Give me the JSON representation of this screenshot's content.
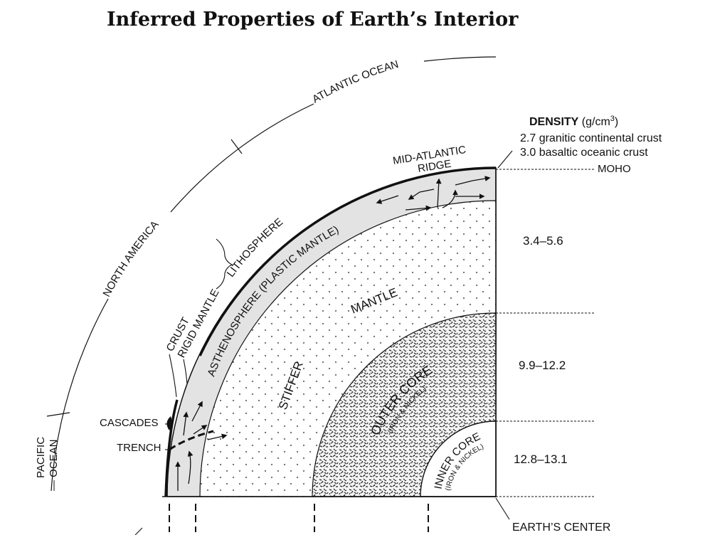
{
  "title": "Inferred Properties of Earth’s Interior",
  "regions": {
    "atlantic": "ATLANTIC  OCEAN",
    "north_america": "NORTH  AMERICA",
    "pacific_line1": "PACIFIC",
    "pacific_line2": "OCEAN"
  },
  "labels": {
    "crust": "CRUST",
    "rigid_mantle": "RIGID MANTLE",
    "lithosphere": "LITHOSPHERE",
    "asthenosphere": "ASTHENOSPHERE (PLASTIC MANTLE)",
    "mantle": "MANTLE",
    "stiffer": "STIFFER",
    "outer_core": "OUTER CORE",
    "outer_core_sub": "(IRON & NICKEL)",
    "inner_core": "INNER CORE",
    "inner_core_sub": "(IRON & NICKEL)",
    "mid_atlantic_1": "MID-ATLANTIC",
    "mid_atlantic_2": "RIDGE",
    "cascades": "CASCADES",
    "trench": "TRENCH",
    "earths_center": "EARTH’S CENTER",
    "moho": "MOHO"
  },
  "density": {
    "heading": "DENSITY",
    "units_prefix": "(g/cm",
    "units_exp": "3",
    "units_suffix": ")",
    "granitic": "2.7 granitic continental crust",
    "basaltic": "3.0 basaltic oceanic crust",
    "mantle_value": "3.4–5.6",
    "outer_core_value": "9.9–12.2",
    "inner_core_value": "12.8–13.1"
  }
}
